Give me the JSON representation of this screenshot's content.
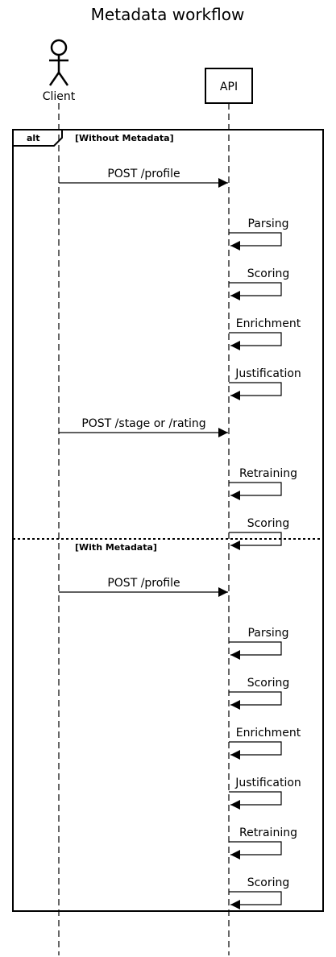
{
  "title": "Metadata workflow",
  "participants": [
    {
      "id": "client",
      "label": "Client",
      "kind": "actor"
    },
    {
      "id": "api",
      "label": "API",
      "kind": "box"
    }
  ],
  "fragment": {
    "keyword": "alt",
    "sections": [
      {
        "guard": "[Without Metadata]",
        "messages": [
          {
            "from": "client",
            "to": "api",
            "label": "POST /profile"
          },
          {
            "from": "api",
            "to": "api",
            "label": "Parsing"
          },
          {
            "from": "api",
            "to": "api",
            "label": "Scoring"
          },
          {
            "from": "api",
            "to": "api",
            "label": "Enrichment"
          },
          {
            "from": "api",
            "to": "api",
            "label": "Justification"
          },
          {
            "from": "client",
            "to": "api",
            "label": "POST /stage or /rating"
          },
          {
            "from": "api",
            "to": "api",
            "label": "Retraining"
          },
          {
            "from": "api",
            "to": "api",
            "label": "Scoring"
          }
        ]
      },
      {
        "guard": "[With Metadata]",
        "messages": [
          {
            "from": "client",
            "to": "api",
            "label": "POST /profile"
          },
          {
            "from": "api",
            "to": "api",
            "label": "Parsing"
          },
          {
            "from": "api",
            "to": "api",
            "label": "Scoring"
          },
          {
            "from": "api",
            "to": "api",
            "label": "Enrichment"
          },
          {
            "from": "api",
            "to": "api",
            "label": "Justification"
          },
          {
            "from": "api",
            "to": "api",
            "label": "Retraining"
          },
          {
            "from": "api",
            "to": "api",
            "label": "Scoring"
          }
        ]
      }
    ]
  }
}
